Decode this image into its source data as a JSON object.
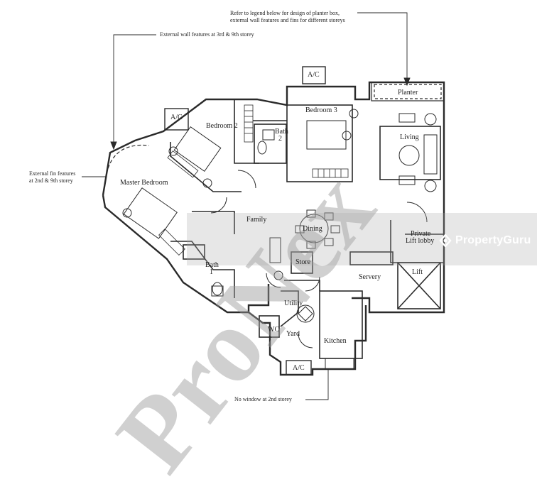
{
  "watermark": {
    "text": "ProNex"
  },
  "logo": {
    "text": "PropertyGuru"
  },
  "notes": {
    "top_right_line1": "Refer to legend below for design of planter box,",
    "top_right_line2": "external wall features and fins for different storeys",
    "external_wall": "External wall features at 3rd & 9th storey",
    "fin_line1": "External fin features",
    "fin_line2": "at 2nd & 9th storey",
    "no_window": "No window at 2nd storey"
  },
  "rooms": {
    "planter": "Planter",
    "ac_top": "A/C",
    "ac_left": "A/C",
    "ac_bottom": "A/C",
    "bedroom3": "Bedroom 3",
    "bedroom2": "Bedroom 2",
    "bath2_line1": "Bath",
    "bath2_line2": "2",
    "living": "Living",
    "master_bedroom": "Master Bedroom",
    "family": "Family",
    "dining": "Dining",
    "private_lift": "Private",
    "private_lift2": "Lift lobby",
    "bath1_line1": "Bath",
    "bath1_line2": "1",
    "store": "Store",
    "servery": "Servery",
    "lift": "Lift",
    "utility": "Utility",
    "wc": "WC",
    "yard": "Yard",
    "kitchen": "Kitchen"
  }
}
